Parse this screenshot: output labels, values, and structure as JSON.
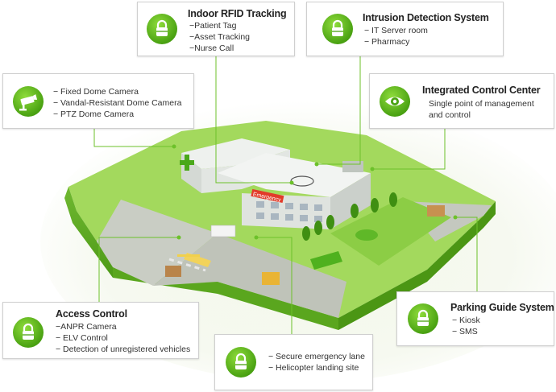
{
  "callouts": {
    "rfid": {
      "title": "Indoor RFID Tracking",
      "items": [
        "−Patient Tag",
        "−Asset Tracking",
        "−Nurse Call"
      ],
      "icon": "lock-icon"
    },
    "intrusion": {
      "title": "Intrusion Detection System",
      "items": [
        "− IT Server room",
        "− Pharmacy"
      ],
      "icon": "lock-icon"
    },
    "cctv": {
      "items": [
        "− Fixed Dome Camera",
        "− Vandal-Resistant Dome Camera",
        "− PTZ Dome Camera"
      ],
      "icon": "camera-icon"
    },
    "control_center": {
      "title": "Integrated Control Center",
      "lines": [
        "Single point of management",
        "and control"
      ],
      "icon": "eye-icon"
    },
    "access": {
      "title": "Access Control",
      "items": [
        "−ANPR Camera",
        "− ELV Control",
        "− Detection of unregistered vehicles"
      ],
      "icon": "lock-icon"
    },
    "emergency": {
      "items": [
        "− Secure emergency lane",
        "− Helicopter landing site"
      ],
      "icon": "lock-icon"
    },
    "parking": {
      "title": "Parking Guide System",
      "items": [
        "− Kiosk",
        "− SMS"
      ],
      "icon": "lock-icon"
    }
  },
  "building": {
    "sign": "Emergency"
  },
  "colors": {
    "accent": "#5ab31c",
    "ground": "#8fd14a",
    "line": "#6cc12a"
  }
}
